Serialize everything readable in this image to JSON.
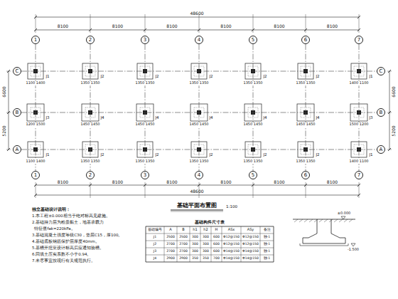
{
  "diagram": {
    "nodes": [
      {
        "text": [
          "1"
        ]
      },
      {
        "text": [
          "2"
        ]
      },
      {
        "text": [
          "3"
        ]
      },
      {
        "text": [
          "4"
        ]
      },
      {
        "text": [
          "5"
        ]
      },
      {
        "text": [
          "6"
        ]
      },
      {
        "text": [
          "7"
        ]
      },
      {
        "text": [
          "1"
        ]
      },
      {
        "text": [
          "2"
        ]
      },
      {
        "text": [
          "3"
        ]
      },
      {
        "text": [
          "4"
        ]
      },
      {
        "text": [
          "5"
        ]
      },
      {
        "text": [
          "6"
        ]
      },
      {
        "text": [
          "7"
        ]
      },
      {
        "text": [
          "C"
        ]
      },
      {
        "text": [
          "B"
        ]
      },
      {
        "text": [
          "A"
        ]
      },
      {
        "text": [
          "C"
        ]
      },
      {
        "text": [
          "B"
        ]
      },
      {
        "text": [
          "A"
        ]
      }
    ],
    "edges": [
      {
        "from": 0,
        "to": 7,
        "arrow": "none"
      },
      {
        "from": 1,
        "to": 8,
        "arrow": "none"
      },
      {
        "from": 2,
        "to": 9,
        "arrow": "none"
      },
      {
        "from": 3,
        "to": 10,
        "arrow": "none"
      },
      {
        "from": 4,
        "to": 11,
        "arrow": "none"
      },
      {
        "from": 5,
        "to": 12,
        "arrow": "none"
      },
      {
        "from": 6,
        "to": 13,
        "arrow": "none"
      },
      {
        "from": 14,
        "to": 17,
        "arrow": "none"
      },
      {
        "from": 15,
        "to": 18,
        "arrow": "none"
      },
      {
        "from": 16,
        "to": 19,
        "arrow": "none"
      }
    ],
    "labels": [
      "基础平面布置图",
      "1:100",
      "48600",
      "48600",
      "8100",
      "8100",
      "8100",
      "8100",
      "8100",
      "8100",
      "8100",
      "8100",
      "8100",
      "8100",
      "8100",
      "8100",
      "6600",
      "5200",
      "6600",
      "5200",
      "J1",
      "J2",
      "J2",
      "J2",
      "J2",
      "J2",
      "J1",
      "J3",
      "J4",
      "J4",
      "J4",
      "J4",
      "J4",
      "J3",
      "J1",
      "J2",
      "J2",
      "J2",
      "J2",
      "J2",
      "J1",
      "1100 1400",
      "1350 1350",
      "1350 1350",
      "1350 1350",
      "1350 1350",
      "1350 1350",
      "1400 1100",
      "1200 1500",
      "1450 1450",
      "1450 1450",
      "1450 1450",
      "1450 1450",
      "1450 1450",
      "1500 1200",
      "1100 1400",
      "1350 1350",
      "1350 1350",
      "1350 1350",
      "1350 1350",
      "1350 1350",
      "1400 1100",
      "独立基础设计说明：",
      "1.本工程±0.000相当于绝对标高见建施。",
      "2.基础持力层为粉质黏土，地基承载力",
      "  特征值fak=220kPa。",
      "3.基础混凝土强度等级C30，垫层C15，厚100。",
      "4.基础底板钢筋保护层厚度40mm。",
      "5.基槽开挖至设计标高后应通知验槽。",
      "6.回填土压实系数不小于0.94。",
      "7.未尽事宜按现行有关规范执行。",
      "基础构件尺寸表",
      "基础编号",
      "A",
      "B",
      "h1",
      "h2",
      "H",
      "ASx",
      "ASy",
      "备注",
      "J1",
      "2500",
      "2500",
      "300",
      "300",
      "600",
      "Φ12@150",
      "Φ12@150",
      "独-1",
      "J2",
      "2700",
      "2700",
      "300",
      "300",
      "600",
      "Φ12@150",
      "Φ12@150",
      "独-1",
      "J3",
      "2700",
      "2700",
      "300",
      "300",
      "600",
      "Φ14@150",
      "Φ14@150",
      "独-1",
      "J4",
      "2900",
      "2900",
      "350",
      "350",
      "700",
      "Φ14@150",
      "Φ14@150",
      "独-1",
      "±0.000",
      "-1.500"
    ]
  }
}
